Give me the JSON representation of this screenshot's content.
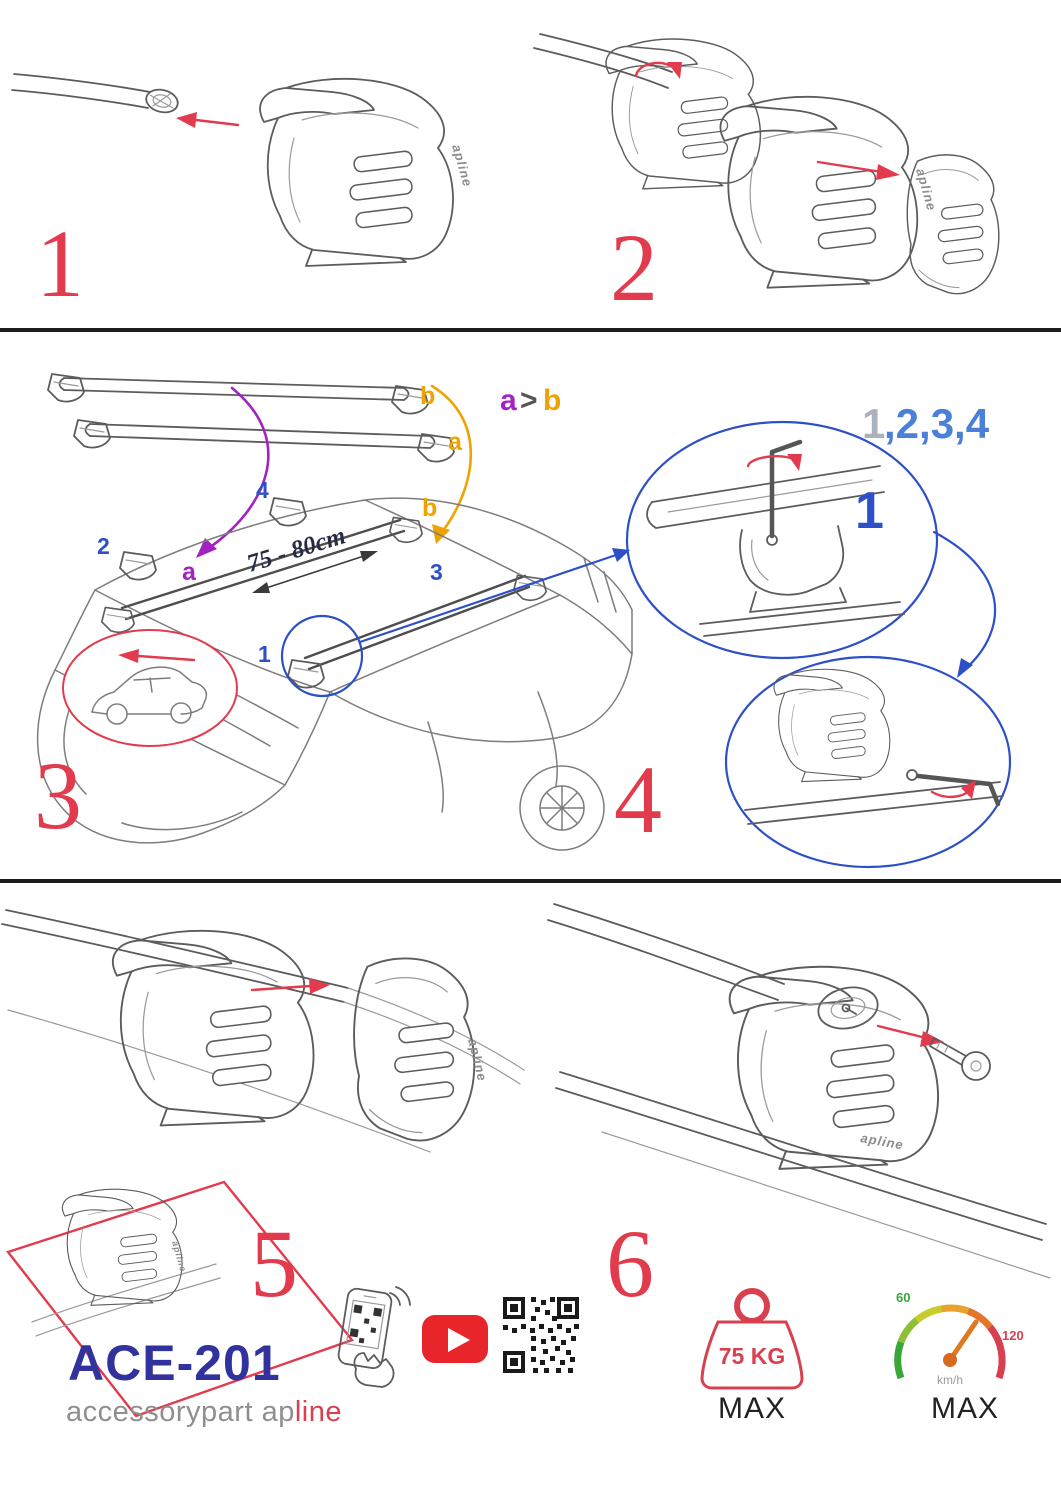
{
  "colors": {
    "step_red": "#e23b4e",
    "label_blue": "#2d50c8",
    "sequence_blue": "#4a80d8",
    "sequence_gray": "#aab3bc",
    "purple": "#a224c0",
    "orange": "#f0a202",
    "model_navy": "#32329e",
    "brand_gray": "#8f8f8f",
    "brand_red": "#d9404f",
    "gauge_green": "#3aa63a",
    "gauge_red": "#d9404f"
  },
  "steps": [
    {
      "label": "1"
    },
    {
      "label": "2"
    },
    {
      "label": "3"
    },
    {
      "label": "4"
    },
    {
      "label": "5"
    },
    {
      "label": "6"
    }
  ],
  "middle": {
    "bar_label_top": "b",
    "bar_label_bottom": "a",
    "order_a": "a",
    "order_gt": ">",
    "order_b": "b",
    "sequence_first": "1",
    "sequence_rest": ",2,3,4",
    "distance": "75 - 80cm",
    "pos_1": "1",
    "pos_2": "2",
    "pos_3": "3",
    "pos_4": "4",
    "car_label_a": "a",
    "car_label_b": "b",
    "detail_step": "1"
  },
  "product_brand": "apline",
  "footer": {
    "model": "ACE-201",
    "brand_main": "accessorypart",
    "brand_sub_gray": "ap",
    "brand_sub_red": "line",
    "weight_value": "75 KG",
    "weight_max_label": "MAX",
    "speed_low": "60",
    "speed_high": "120",
    "speed_unit": "km/h",
    "speed_max_label": "MAX"
  }
}
